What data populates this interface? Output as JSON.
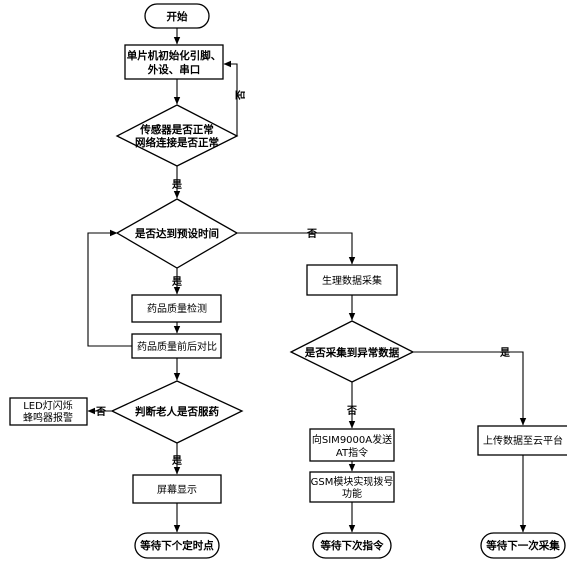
{
  "nodes": {
    "start": "开始",
    "init_line1": "单片机初始化引脚、",
    "init_line2": "外设、串口",
    "sensor_line1": "传感器是否正常",
    "sensor_line2": "网络连接是否正常",
    "time_check": "是否达到预设时间",
    "drug_quality": "药品质量检测",
    "drug_compare": "药品质量前后对比",
    "elder_check": "判断老人是否服药",
    "led_line1": "LED灯闪烁",
    "led_line2": "蜂鸣器报警",
    "screen": "屏幕显示",
    "wait_timer": "等待下个定时点",
    "physio": "生理数据采集",
    "abnormal": "是否采集到异常数据",
    "sim_line1": "向SIM9000A发送",
    "sim_line2": "AT指令",
    "gsm_line1": "GSM模块实现拨号",
    "gsm_line2": "功能",
    "wait_cmd": "等待下次指令",
    "upload": "上传数据至云平台",
    "wait_collect": "等待下一次采集"
  },
  "labels": {
    "no_sensor": "否",
    "yes_sensor": "是",
    "no_time": "否",
    "yes_time": "是",
    "no_elder": "否",
    "yes_elder": "是",
    "yes_abnormal": "是",
    "no_abnormal": "否"
  }
}
